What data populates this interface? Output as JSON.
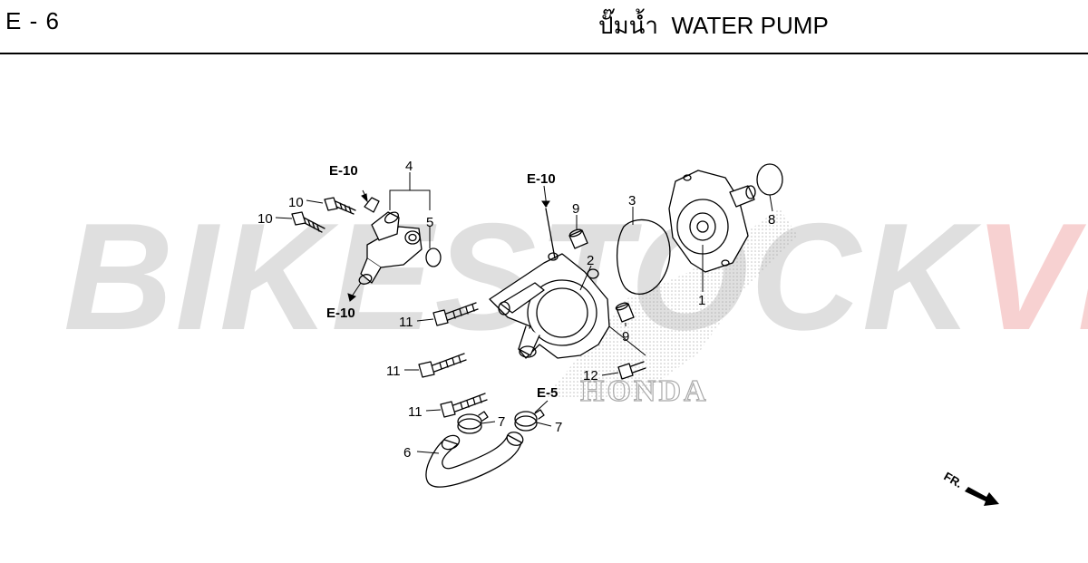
{
  "header": {
    "section_code": "E - 6",
    "title": "ปั๊มน้ำ  WATER PUMP"
  },
  "watermark": {
    "part_a": "BIKESTOCK",
    "part_b": "VN",
    "brand": "HONDA"
  },
  "refs": {
    "e10_top_left": "E-10",
    "e10_bottom_left": "E-10",
    "e10_center": "E-10",
    "e5": "E-5"
  },
  "callouts": {
    "c1": "1",
    "c2": "2",
    "c3": "3",
    "c4": "4",
    "c5": "5",
    "c6": "6",
    "c7a": "7",
    "c7b": "7",
    "c8": "8",
    "c9a": "9",
    "c9b": "9",
    "c10a": "10",
    "c10b": "10",
    "c11a": "11",
    "c11b": "11",
    "c11c": "11",
    "c12": "12"
  },
  "front_indicator": {
    "label": "FR."
  }
}
